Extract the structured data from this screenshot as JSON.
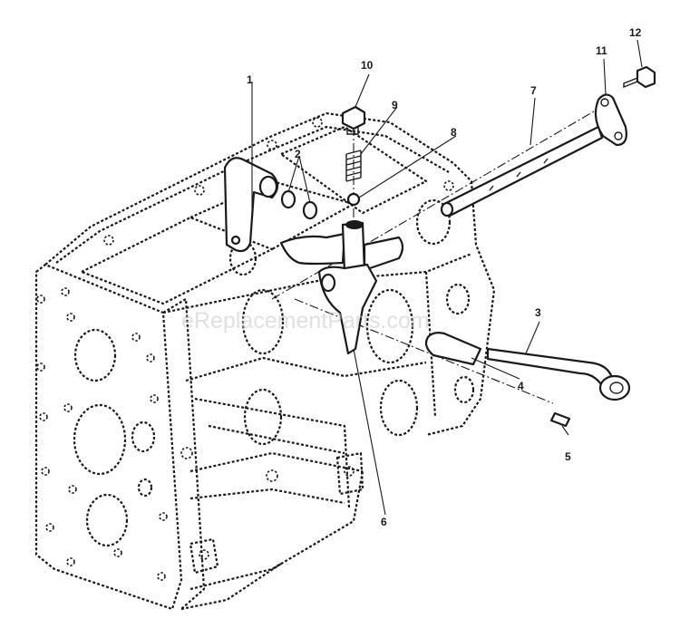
{
  "watermark": "eReplacementParts.com",
  "callouts": {
    "c1": "1",
    "c2": "2",
    "c3": "3",
    "c4": "4",
    "c5": "5",
    "c6": "6",
    "c7": "7",
    "c8": "8",
    "c9": "9",
    "c10": "10",
    "c11": "11",
    "c12": "12"
  }
}
